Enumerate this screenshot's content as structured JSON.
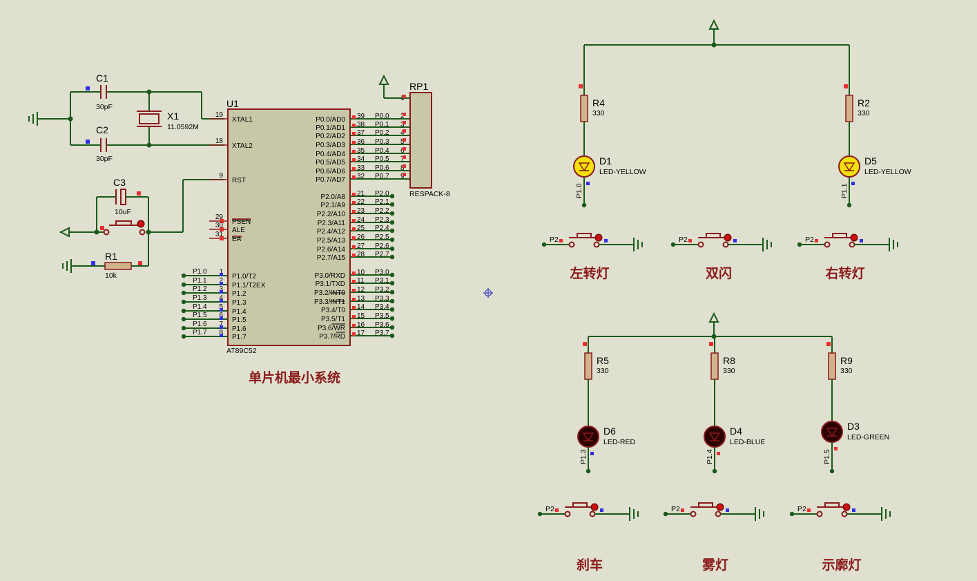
{
  "mcu": {
    "ref": "U1",
    "part": "AT89C52",
    "left_pins": [
      {
        "num": "19",
        "name": "XTAL1"
      },
      {
        "num": "18",
        "name": "XTAL2"
      },
      {
        "num": "9",
        "name": "RST"
      },
      {
        "num": "29",
        "name": "PSEN"
      },
      {
        "num": "30",
        "name": "ALE"
      },
      {
        "num": "31",
        "name": "EA"
      },
      {
        "num": "1",
        "name": "P1.0/T2"
      },
      {
        "num": "2",
        "name": "P1.1/T2EX"
      },
      {
        "num": "3",
        "name": "P1.2"
      },
      {
        "num": "4",
        "name": "P1.3"
      },
      {
        "num": "5",
        "name": "P1.4"
      },
      {
        "num": "6",
        "name": "P1.5"
      },
      {
        "num": "7",
        "name": "P1.6"
      },
      {
        "num": "8",
        "name": "P1.7"
      }
    ],
    "p1_labels": [
      "P1.0",
      "P1.1",
      "P1.2",
      "P1.3",
      "P1.4",
      "P1.5",
      "P1.6",
      "P1.7"
    ],
    "right_pins": [
      {
        "num": "39",
        "name": "P0.0/AD0",
        "net": "P0.0"
      },
      {
        "num": "38",
        "name": "P0.1/AD1",
        "net": "P0.1"
      },
      {
        "num": "37",
        "name": "P0.2/AD2",
        "net": "P0.2"
      },
      {
        "num": "36",
        "name": "P0.3/AD3",
        "net": "P0.3"
      },
      {
        "num": "35",
        "name": "P0.4/AD4",
        "net": "P0.4"
      },
      {
        "num": "34",
        "name": "P0.5/AD5",
        "net": "P0.5"
      },
      {
        "num": "33",
        "name": "P0.6/AD6",
        "net": "P0.6"
      },
      {
        "num": "32",
        "name": "P0.7/AD7",
        "net": "P0.7"
      },
      {
        "num": "21",
        "name": "P2.0/A8",
        "net": "P2.0"
      },
      {
        "num": "22",
        "name": "P2.1/A9",
        "net": "P2.1"
      },
      {
        "num": "23",
        "name": "P2.2/A10",
        "net": "P2.2"
      },
      {
        "num": "24",
        "name": "P2.3/A11",
        "net": "P2.3"
      },
      {
        "num": "25",
        "name": "P2.4/A12",
        "net": "P2.4"
      },
      {
        "num": "26",
        "name": "P2.5/A13",
        "net": "P2.5"
      },
      {
        "num": "27",
        "name": "P2.6/A14",
        "net": "P2.6"
      },
      {
        "num": "28",
        "name": "P2.7/A15",
        "net": "P2.7"
      },
      {
        "num": "10",
        "name": "P3.0/RXD",
        "net": "P3.0"
      },
      {
        "num": "11",
        "name": "P3.1/TXD",
        "net": "P3.1"
      },
      {
        "num": "12",
        "name": "P3.2/INT0",
        "net": "P3.2"
      },
      {
        "num": "13",
        "name": "P3.3/INT1",
        "net": "P3.3"
      },
      {
        "num": "14",
        "name": "P3.4/T0",
        "net": "P3.4"
      },
      {
        "num": "15",
        "name": "P3.5/T1",
        "net": "P3.5"
      },
      {
        "num": "16",
        "name": "P3.6/WR",
        "net": "P3.6"
      },
      {
        "num": "17",
        "name": "P3.7/RD",
        "net": "P3.7"
      }
    ]
  },
  "rp1": {
    "ref": "RP1",
    "part": "RESPACK-8",
    "pins": [
      "1",
      "2",
      "3",
      "4",
      "5",
      "6",
      "7",
      "8",
      "9"
    ]
  },
  "c1": {
    "ref": "C1",
    "val": "30pF"
  },
  "c2": {
    "ref": "C2",
    "val": "30pF"
  },
  "c3": {
    "ref": "C3",
    "val": "10uF"
  },
  "x1": {
    "ref": "X1",
    "val": "11.0592M"
  },
  "r1": {
    "ref": "R1",
    "val": "10k"
  },
  "caption_mcu": "单片机最小系统",
  "top_channels": [
    {
      "r_ref": "R4",
      "r_val": "330",
      "d_ref": "D1",
      "d_val": "LED-YELLOW",
      "net": "P1.0",
      "led_color": "#f5e10a"
    },
    {
      "r_ref": "R2",
      "r_val": "330",
      "d_ref": "D5",
      "d_val": "LED-YELLOW",
      "net": "P1.1",
      "led_color": "#f5e10a"
    }
  ],
  "bottom_channels": [
    {
      "r_ref": "R5",
      "r_val": "330",
      "d_ref": "D6",
      "d_val": "LED-RED",
      "net": "P1.3",
      "led_color": "#2a0000"
    },
    {
      "r_ref": "R8",
      "r_val": "330",
      "d_ref": "D4",
      "d_val": "LED-BLUE",
      "net": "P1.4",
      "led_color": "#2a0000"
    },
    {
      "r_ref": "R9",
      "r_val": "330",
      "d_ref": "D3",
      "d_val": "LED-GREEN",
      "net": "P1.5",
      "led_color": "#2a0000"
    }
  ],
  "top_switches": [
    {
      "net": "P2.",
      "label": "左转灯"
    },
    {
      "net": "P2.",
      "label": "双闪"
    },
    {
      "net": "P2.",
      "label": "右转灯"
    }
  ],
  "bottom_switches": [
    {
      "net": "P2.",
      "label": "刹车"
    },
    {
      "net": "P2.",
      "label": "雾灯"
    },
    {
      "net": "P2.",
      "label": "示廓灯"
    }
  ],
  "colors": {
    "wire": "#1a5a1a",
    "component": "#8a1a1a",
    "body": "#c8c8a8",
    "caption": "#8a1a1a"
  }
}
